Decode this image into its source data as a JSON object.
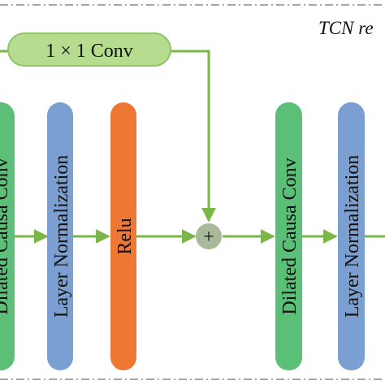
{
  "diagram": {
    "title": "TCN re",
    "conv1x1_label": "1 × 1 Conv",
    "plus_symbol": "+",
    "blocks": [
      {
        "label": "Dilated Causa Conv",
        "color": "#5cbf78"
      },
      {
        "label": "Layer Normalization",
        "color": "#7a9fd0"
      },
      {
        "label": "Relu",
        "color": "#ee7733"
      },
      {
        "label": "Dilated Causa Conv",
        "color": "#5cbf78"
      },
      {
        "label": "Layer Normalization",
        "color": "#7a9fd0"
      }
    ],
    "colors": {
      "arrow": "#7ab648",
      "conv_box_fill": "#b6dc8f",
      "conv_box_stroke": "#8fc565",
      "adder_fill": "#a9b99a",
      "border_dash": "#888888"
    }
  }
}
